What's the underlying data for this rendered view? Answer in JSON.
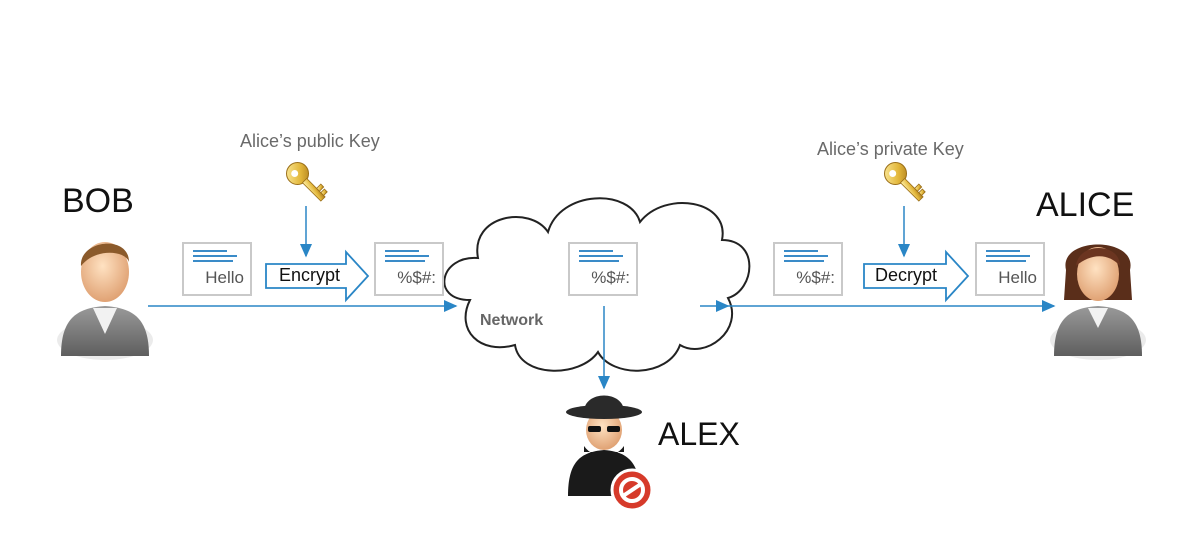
{
  "actors": {
    "sender": "BOB",
    "receiver": "ALICE",
    "eavesdropper": "ALEX"
  },
  "keys": {
    "public_key_label": "Alice’s public Key",
    "private_key_label": "Alice’s private Key"
  },
  "operations": {
    "encrypt_label": "Encrypt",
    "decrypt_label": "Decrypt"
  },
  "documents": {
    "plain_text": "Hello",
    "cipher_text": "%$#:"
  },
  "network_label": "Network",
  "colors": {
    "flow_line": "#2a86c6",
    "doc_border": "#c9c9c9",
    "key_gold": "#e2b63a",
    "block_sign": "#d63a2a"
  },
  "icons": [
    "person-icon",
    "key-icon",
    "document-icon",
    "cloud-icon",
    "spy-icon",
    "block-icon"
  ]
}
